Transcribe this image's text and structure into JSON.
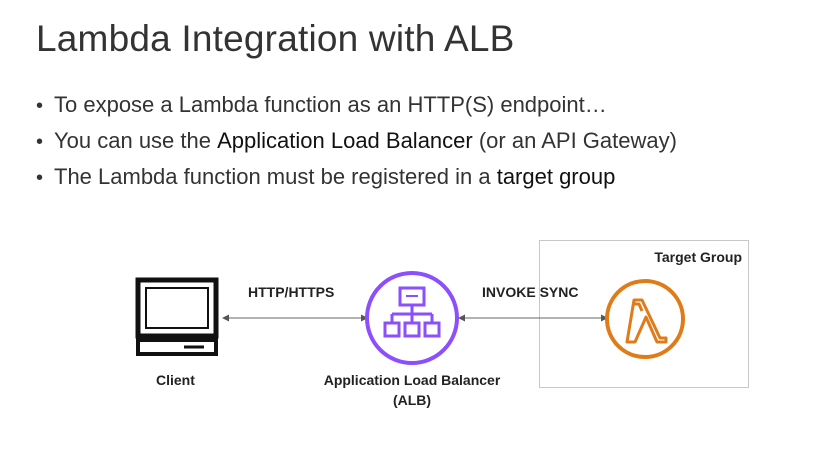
{
  "slide": {
    "title": "Lambda Integration with ALB",
    "bullets": [
      {
        "text": "To expose a Lambda function as an HTTP(S) endpoint…"
      },
      {
        "pre": "You can use the ",
        "em": "Application Load Balancer",
        "post": " (or an API Gateway)"
      },
      {
        "pre": "The Lambda function must be registered in a ",
        "em": "target group",
        "post": ""
      }
    ]
  },
  "diagram": {
    "client_label": "Client",
    "alb_label_line1": "Application Load Balancer",
    "alb_label_line2": "(ALB)",
    "arrow_left_label": "HTTP/HTTPS",
    "arrow_right_label": "INVOKE SYNC",
    "target_group_label": "Target Group",
    "icons": [
      "computer-icon",
      "alb-icon",
      "lambda-icon"
    ],
    "colors": {
      "alb": "#8c4fff",
      "lambda": "#e07b1a",
      "box_border": "#c8c8c8"
    }
  }
}
